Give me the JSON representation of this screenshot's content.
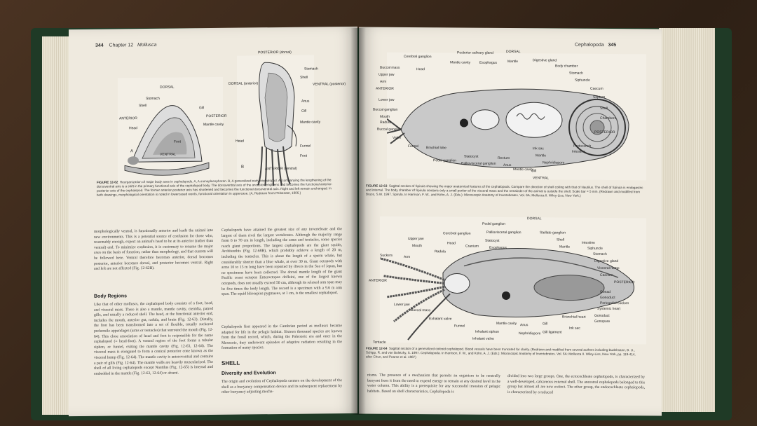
{
  "left_page": {
    "page_number": "344",
    "chapter": "Chapter 12",
    "chapter_title": "Mollusca",
    "fig_a_labels": [
      "DORSAL",
      "Stomach",
      "Shell",
      "Gill",
      "POSTERIOR",
      "Mantle cavity",
      "ANTERIOR",
      "Head",
      "Foot",
      "VENTRAL",
      "A"
    ],
    "fig_b_labels": [
      "POSTERIOR (dorsal)",
      "Stomach",
      "Shell",
      "VENTRAL (posterior)",
      "DORSAL (anterior)",
      "Anus",
      "Gill",
      "Mantle cavity",
      "Funnel",
      "Foot",
      "Head",
      "B",
      "ANTERIOR (ventral)"
    ],
    "caption_id": "FIGURE 12-62",
    "caption_text": "Reorganization of major body axes in cephalopods. A, A monoplacophoran. B, A generalized early cephalopod. Accompanying the lengthening of the dorsoventral axis is a shift in the primary functional axis of the cephalopod body. The dorsoventral axis of the ancestor lengthens and becomes the functional anterior-posterior axis of the cephalopod. The former anterior-posterior axis has shortened and becomes the functional dorsoventral axis. Right and left remain unchanged. In both drawings, morphological orientation is noted in lowercased words, functional orientation in uppercase. (A, Redrawn from Pelseneer, 1906.)",
    "col1_para1": "morphologically ventral, is functionally anterior and leads the animal into new environments. This is a potential source of confusion for those who, reasonably enough, expect an animal's head to be at its anterior (rather than ventral) end. To minimize confusion, it is customary to rename the major axes on the basis of function, rather than morphology, and that custom will be followed here. Ventral therefore becomes anterior, dorsal becomes posterior, anterior becomes dorsal, and posterior becomes ventral. Right and left are not affected (Fig. 12-62B).",
    "body_regions_heading": "Body Regions",
    "col1_para2": "Like that of other molluscs, the cephalopod body consists of a foot, head, and visceral mass. There is also a mantle, mantle cavity, ctenidia, paired gills, and usually a reduced shell. The head, at the functional anterior end, includes the mouth, anterior gut, radula, and brain (Fig. 12-63). Distally, the foot has been transformed into a set of flexible, usually suckered prehensile appendages (arms or tentacles) that surround the mouth (Fig. 12-64). This close association of head and foot is responsible for the name cephalopod (= head-foot). A ventral region of the foot forms a tubular siphon, or funnel, exiting the mantle cavity (Fig. 12-63, 12-64). The visceral mass is elongated to form a conical posterior cone known as the visceral hump (Fig. 12-64). The mantle cavity is anteroventral and contains a pair of gills (Fig. 12-64). The mantle walls are heavily muscularized. The shell of all living cephalopods except Nautilus (Fig. 12-65) is internal and embedded in the mantle (Fig. 12-63, 12-64) or absent.",
    "col2_para1": "Cephalopods have attained the greatest size of any invertebrate and the largest of them rival the largest vertebrates. Although the majority range from 6 to 70 cm in length, including the arms and tentacles, some species reach giant proportions. The largest cephalopods are the giant squids, Architeuthis (Fig. 12-68B), which probably achieve a length of 20 m, including the tentacles. This is about the length of a sperm whale, but considerably shorter than a blue whale, at over 30 m. Giant octopods with arms 10 to 15 m long have been reported by divers in the Sea of Japan, but no specimens have been collected. The dorsal mantle length of the giant Pacific coast octopus Enteroctopus dofleini, one of the largest known octopods, does not usually exceed 50 cm, although its relaxed arm span may be five times the body length. The record is a specimen with a 9.6 m arm span. The squid Idiosepius pygmaeus, at 1 cm, is the smallest cephalopod.",
    "col2_para2": "Cephalopods first appeared in the Cambrian period as molluscs became adapted for life in the pelagic habitat. Sixteen thousand species are known from the fossil record, which, during the Paleozoic era and once in the Mesozoic, they underwent episodes of adaptive radiation resulting in the formation of many species.",
    "shell_heading": "SHELL",
    "diversity_heading": "Diversity and Evolution",
    "col2_para3": "The origin and evolution of Cephalopoda centers on the development of the shell as a buoyancy compensation device and its subsequent replacement by other buoyancy adjusting mecha-"
  },
  "right_page": {
    "page_number": "345",
    "running_head": "Cephalopoda",
    "fig1_labels": [
      "Cerebral ganglion",
      "Posterior salivary gland",
      "DORSAL",
      "Buccal mass",
      "Mantle cavity",
      "Esophagus",
      "Mantle",
      "Digestive gland",
      "Body chamber",
      "Upper jaw",
      "Head",
      "Stomach",
      "Arm",
      "Siphuncle",
      "ANTERIOR",
      "Caecum",
      "Septum",
      "Lower jaw",
      "Shell",
      "Buccal ganglion",
      "Chambers",
      "Mouth",
      "Radula",
      "POSTERIOR",
      "Buccal ganglion",
      "Valve",
      "Funnel",
      "Brachial lobe",
      "Pedal ganglion",
      "Statocyst",
      "Palliovisceral ganglion",
      "Rectum",
      "Anus",
      "Ink sac",
      "Mantle",
      "Protoconch",
      "Intestine",
      "Nephridiopore",
      "Mantle cavity",
      "Gill",
      "VENTRAL"
    ],
    "fig1_caption_id": "FIGURE 12-63",
    "fig1_caption_text": "Sagittal section of Spirula showing the major anatomical features of the cephalopods. Compare the direction of shell coiling with that of Nautilus. The shell of Spirula is endogastric and internal. The body chamber of Spirula contains only a small portion of the visceral mass and the remainder of the animal is outside the shell. Scale bar = 5 mm. (Redrawn and modified from Bruce, S.W. 1997. Spirula. In Harrison, F. W., and Kohn, A. J. (Eds.): Microscopic Anatomy of Invertebrates. Vol. 6A: Mollusca II. Wiley-Liss, New York.)",
    "fig2_labels": [
      "DORSAL",
      "Pedal ganglion",
      "Stellate ganglion",
      "Palliovisceral ganglion",
      "Cerebral ganglion",
      "Shell",
      "Intestine",
      "Upper jaw",
      "Statocyst",
      "Mantle",
      "Siphuncle",
      "Mouth",
      "Head",
      "Cranium",
      "Esophagus",
      "Stomach",
      "Suckers",
      "Radula",
      "Arm",
      "Digestive gland",
      "Visceral hump",
      "Caecum",
      "ANTERIOR",
      "POSTERIOR",
      "Gonad",
      "Gonoduct",
      "Pericardial coelom",
      "Systemic heart",
      "Gonoduct",
      "Gonopore",
      "Lower jaw",
      "Buccal mass",
      "Branchial heart",
      "Ink sac",
      "Exhalant valve",
      "Mantle cavity",
      "Anus",
      "Funnel",
      "Gill",
      "Inhalant siphon",
      "Nephridiopore",
      "Gill ligament",
      "Inhalant valve",
      "Tentacle"
    ],
    "fig2_caption_id": "FIGURE 12-64",
    "fig2_caption_text": "Sagittal section of a generalized coleoid cephalopod. Blood vessels have been truncated for clarity. (Redrawn and modified from several authors including Budelmann, B. U., Schipp, R. and von Boletzky, S. 1997. Cephalopoda. In Harrison, F. W., and Kohn, A. J. (Eds.): Microscopic Anatomy of Invertebrates. Vol. 6A: Mollusca II. Wiley-Liss, New York, pp. 119-414, after Chun, and Pearse et al. 1987)",
    "col1_text": "nisms. The presence of a mechanism that permits an organism to be neutrally buoyant frees it from the need to expend energy to remain at any desired level in the water column. This ability is a prerequisite for any successful invasion of pelagic habitats. Based on shell characteristics, Cephalopoda is",
    "col2_text": "divided into two large groups. One, the ectocochleate cephalopods, is characterized by a well-developed, calcareous external shell. The ancestral cephalopods belonged to this group but almost all are now extinct. The other group, the endocochleate cephalopods, is characterized by a reduced"
  }
}
